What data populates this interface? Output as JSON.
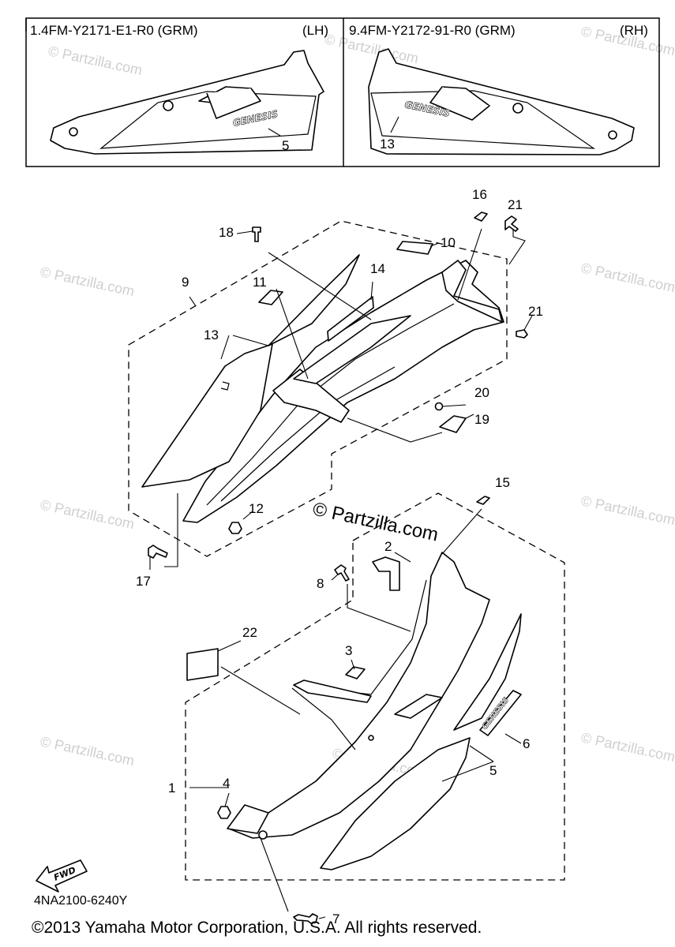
{
  "header": {
    "left_panel_code": "1.4FM-Y2171-E1-R0 (GRM)",
    "left_panel_side": "(LH)",
    "right_panel_code": "9.4FM-Y2172-91-R0 (GRM)",
    "right_panel_side": "(RH)"
  },
  "decal_text": "GENESIS",
  "callouts": {
    "c1": "1",
    "c2": "2",
    "c3": "3",
    "c4": "4",
    "c5a": "5",
    "c5b": "5",
    "c6": "6",
    "c7": "7",
    "c8": "8",
    "c9": "9",
    "c10": "10",
    "c11": "11",
    "c12": "12",
    "c13a": "13",
    "c13b": "13",
    "c14": "14",
    "c15": "15",
    "c16": "16",
    "c17": "17",
    "c18": "18",
    "c19": "19",
    "c20": "20",
    "c21a": "21",
    "c21b": "21",
    "c22": "22"
  },
  "watermark": "© Partzilla.com",
  "fwd_label": "FWD",
  "diagram_code": "4NA2100-6240Y",
  "copyright": "©2013 Yamaha Motor Corporation, U.S.A. All rights reserved."
}
